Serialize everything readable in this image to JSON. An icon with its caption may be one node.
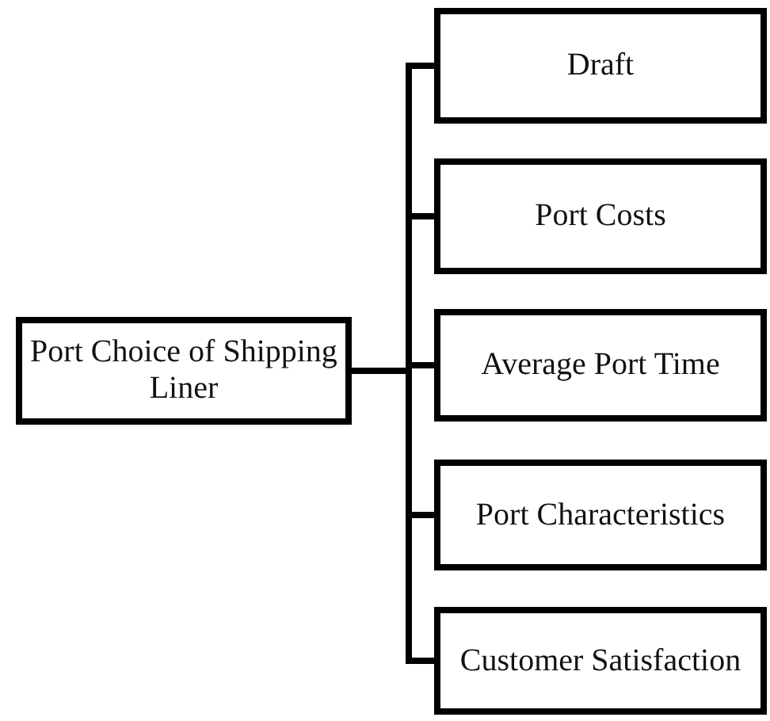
{
  "diagram": {
    "nodes": [
      {
        "text": [
          "Port Choice of Shipping Liner"
        ]
      },
      {
        "text": [
          "Draft"
        ]
      },
      {
        "text": [
          "Port Costs"
        ]
      },
      {
        "text": [
          "Average Port Time"
        ]
      },
      {
        "text": [
          "Port Characteristics"
        ]
      },
      {
        "text": [
          "Customer Satisfaction"
        ]
      }
    ],
    "edges": [
      {
        "from": 0,
        "to": 1,
        "arrow": "none"
      },
      {
        "from": 0,
        "to": 2,
        "arrow": "none"
      },
      {
        "from": 0,
        "to": 3,
        "arrow": "none"
      },
      {
        "from": 0,
        "to": 4,
        "arrow": "none"
      },
      {
        "from": 0,
        "to": 5,
        "arrow": "none"
      }
    ]
  }
}
